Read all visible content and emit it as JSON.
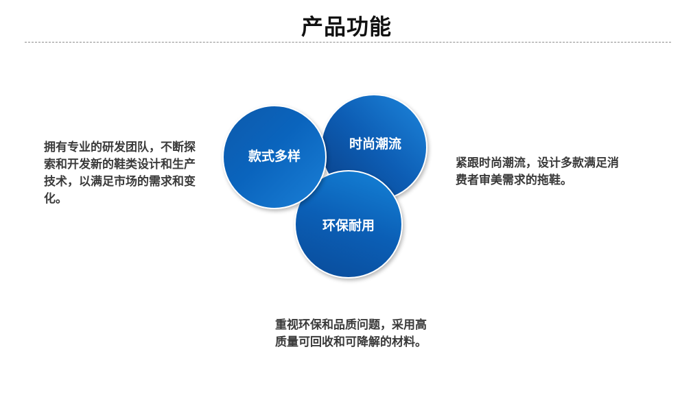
{
  "header": {
    "title": "产品功能"
  },
  "features": {
    "style": {
      "label": "款式多样",
      "description": "拥有专业的研发团队，不断探索和开发新的鞋类设计和生产技术，以满足市场的需求和变化。"
    },
    "fashion": {
      "label": "时尚潮流",
      "description": "紧跟时尚潮流，设计多款满足消费者审美需求的拖鞋。"
    },
    "eco": {
      "label": "环保耐用",
      "description": "重视环保和品质问题，采用高质量可回收和可降解的材料。"
    }
  },
  "colors": {
    "circle_dark": "#0a3f86",
    "circle_mid": "#0b5fb6",
    "circle_light": "#1a7fd6",
    "text": "#3a3a3a"
  }
}
